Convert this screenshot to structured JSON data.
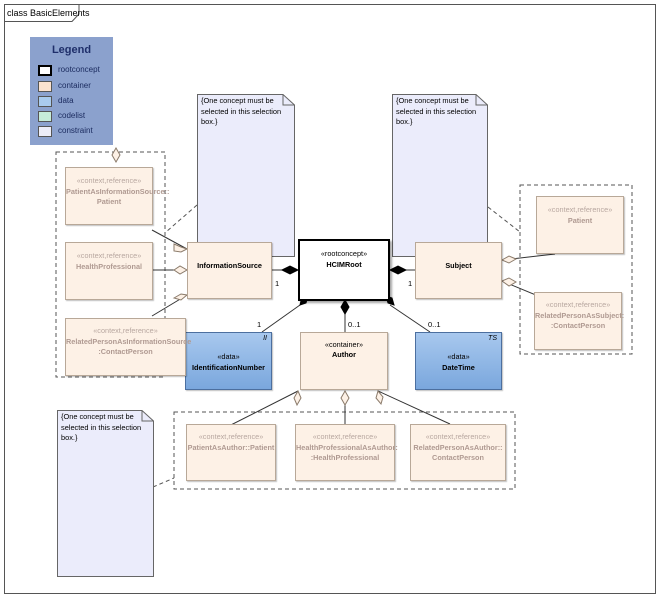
{
  "frame": {
    "label": "class BasicElements"
  },
  "legend": {
    "title": "Legend",
    "items": [
      {
        "label": "rootconcept",
        "color": "#ffffff"
      },
      {
        "label": "container",
        "color": "#fbe3d0"
      },
      {
        "label": "data",
        "color": "#a9cbee"
      },
      {
        "label": "codelist",
        "color": "#c6ecd9"
      },
      {
        "label": "constraint",
        "color": "#ecedf8"
      }
    ]
  },
  "notes": {
    "note_info_source": [
      "{One concept must be",
      "selected in this selection",
      "box.}"
    ],
    "note_subject": [
      "{One concept must be",
      "selected in this selection",
      "box.}"
    ],
    "note_author": [
      "{One concept must be",
      "selected in this selection",
      "box.}"
    ]
  },
  "classes": {
    "hcim_root": {
      "stereotype": "«rootconcept»",
      "name": "HCIMRoot"
    },
    "information_source": {
      "name": "InformationSource"
    },
    "subject": {
      "name": "Subject"
    },
    "author": {
      "stereotype": "«container»",
      "name": "Author"
    },
    "identification_number": {
      "stereotype": "«data»",
      "name": "IdentificationNumber",
      "tag": "II"
    },
    "date_time": {
      "stereotype": "«data»",
      "name": "DateTime",
      "tag": "TS"
    },
    "patient_as_info_source": {
      "stereotype": "«context,reference»",
      "name1": "PatientAsInformationSource::",
      "name2": "Patient"
    },
    "health_professional": {
      "stereotype": "«context,reference»",
      "name1": "HealthProfessional"
    },
    "related_person_as_info_source": {
      "stereotype": "«context,reference»",
      "name1": "RelatedPersonAsInformationSource",
      "name2": ":ContactPerson"
    },
    "patient": {
      "stereotype": "«context,reference»",
      "name1": "Patient"
    },
    "related_person_as_subject": {
      "stereotype": "«context,reference»",
      "name1": "RelatedPersonAsSubject:",
      "name2": ":ContactPerson"
    },
    "patient_as_author": {
      "stereotype": "«context,reference»",
      "name1": "PatientAsAuthor::Patient"
    },
    "health_professional_as_author": {
      "stereotype": "«context,reference»",
      "name1": "HealthProfessionalAsAuthor:",
      "name2": ":HealthProfessional"
    },
    "related_person_as_author": {
      "stereotype": "«context,reference»",
      "name1": "RelatedPersonAsAuthor::",
      "name2": "ContactPerson"
    }
  },
  "multiplicities": {
    "info_source": "1",
    "subject": "1",
    "identification_number": "1",
    "author": "0..1",
    "date_time": "0..1"
  }
}
